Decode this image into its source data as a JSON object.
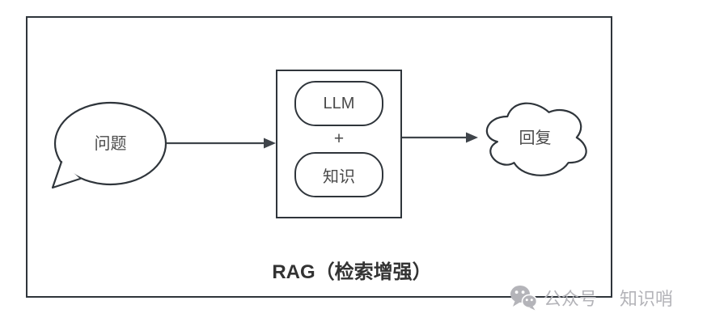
{
  "diagram": {
    "question_label": "问题",
    "llm_label": "LLM",
    "plus_label": "+",
    "knowledge_label": "知识",
    "reply_label": "回复",
    "caption": "RAG（检索增强）"
  },
  "watermark": {
    "icon": "wechat-logo",
    "account_label": "公众号",
    "account_name": "知识哨"
  },
  "colors": {
    "shape_stroke": "#2f353b",
    "arrow_stroke": "#3f444a",
    "label_text": "#4a4a4a",
    "caption_text": "#333333",
    "watermark_gray": "#b4b4b9",
    "background": "#ffffff"
  }
}
